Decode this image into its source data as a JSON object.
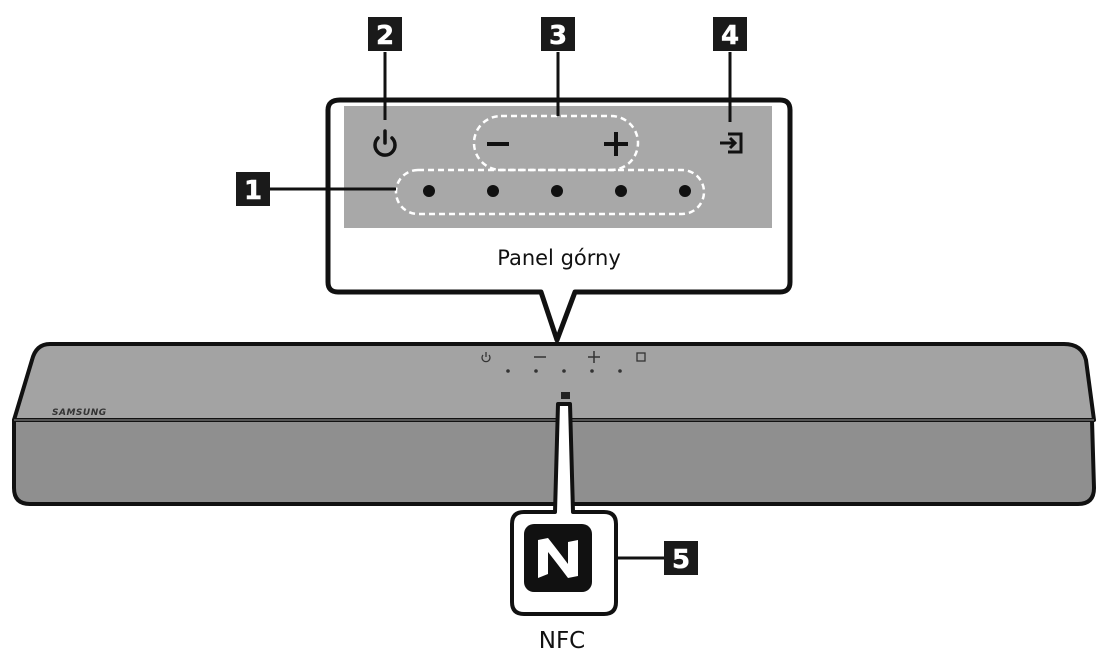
{
  "callouts": {
    "led_indicators": "1",
    "power": "2",
    "volume": "3",
    "source": "4",
    "nfc": "5"
  },
  "labels": {
    "top_panel": "Panel górny",
    "nfc": "NFC",
    "brand_logo": "SAMSUNG"
  },
  "icons": {
    "power": "power-icon",
    "volume_down": "minus-icon",
    "volume_up": "plus-icon",
    "source": "source-input-icon",
    "nfc": "nfc-logo-icon"
  },
  "led_count": 5,
  "colors": {
    "panel": "#a8a8a8",
    "soundbar": "#9a9a9a",
    "callout_badge": "#1a1a1a",
    "outline": "#111111"
  }
}
